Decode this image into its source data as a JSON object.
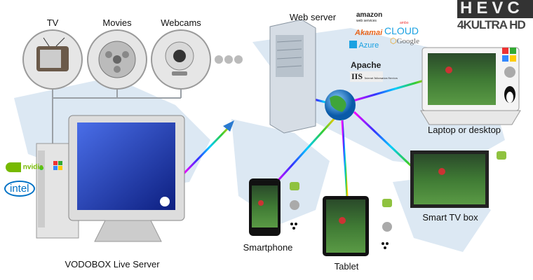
{
  "sources": {
    "tv": "TV",
    "movies": "Movies",
    "webcams": "Webcams"
  },
  "server_label": "VODOBOX Live Server",
  "web_server_label": "Web server",
  "devices": {
    "laptop": "Laptop or desktop",
    "smart_tv": "Smart TV box",
    "smartphone": "Smartphone",
    "tablet": "Tablet"
  },
  "cdn_logos": {
    "amazon": "amazon",
    "amazon_sub": "web services",
    "akamai": "Akamai",
    "azure": "Azure",
    "apache": "Apache",
    "iis": "IIS",
    "iis_sub": "Internet Information Services",
    "cloud": "CLOUD",
    "cloud_sub": "ambo",
    "google": "Google"
  },
  "hevc": {
    "title": "HEVC",
    "subtitle": "4KULTRA HD"
  },
  "hw_logos": {
    "nvidia": "nvidia",
    "intel": "intel"
  },
  "colors": {
    "map": "#dce8f3",
    "line": "#9aa0a6",
    "screen": "#1f3fb0"
  }
}
